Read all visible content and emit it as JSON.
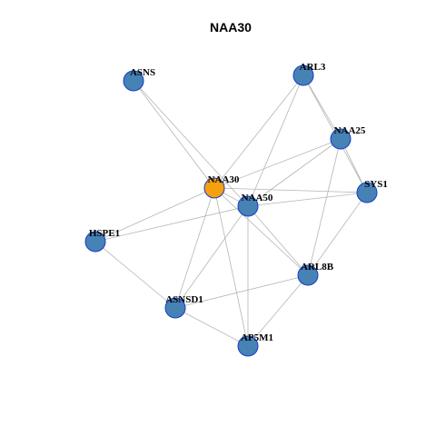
{
  "title": "NAA30",
  "colors": {
    "focus_node": "#F5A00F",
    "node": "#4682B4",
    "node_border": "#1A3BC8",
    "edge": "#B5B5B5"
  },
  "nodes": [
    {
      "id": "NAA30",
      "label": "NAA30",
      "focus": true
    },
    {
      "id": "ASNS",
      "label": "ASNS"
    },
    {
      "id": "ARL3",
      "label": "ARL3"
    },
    {
      "id": "NAA25",
      "label": "NAA25"
    },
    {
      "id": "SYS1",
      "label": "SYS1"
    },
    {
      "id": "NAA50",
      "label": "NAA50"
    },
    {
      "id": "HSPE1",
      "label": "HSPE1"
    },
    {
      "id": "ARL8B",
      "label": "ARL8B"
    },
    {
      "id": "ASNSD1",
      "label": "ASNSD1"
    },
    {
      "id": "AP5M1",
      "label": "AP5M1"
    }
  ],
  "edges": [
    [
      "ASNS",
      "NAA30"
    ],
    [
      "ASNS",
      "NAA50"
    ],
    [
      "ARL3",
      "NAA30"
    ],
    [
      "ARL3",
      "NAA50"
    ],
    [
      "ARL3",
      "NAA25"
    ],
    [
      "ARL3",
      "SYS1"
    ],
    [
      "NAA25",
      "NAA30"
    ],
    [
      "NAA25",
      "NAA50"
    ],
    [
      "NAA25",
      "SYS1"
    ],
    [
      "NAA25",
      "ARL8B"
    ],
    [
      "NAA30",
      "NAA50"
    ],
    [
      "NAA30",
      "SYS1"
    ],
    [
      "NAA30",
      "HSPE1"
    ],
    [
      "NAA30",
      "ASNSD1"
    ],
    [
      "NAA30",
      "AP5M1"
    ],
    [
      "NAA30",
      "ARL8B"
    ],
    [
      "NAA50",
      "SYS1"
    ],
    [
      "NAA50",
      "HSPE1"
    ],
    [
      "NAA50",
      "ASNSD1"
    ],
    [
      "NAA50",
      "AP5M1"
    ],
    [
      "NAA50",
      "ARL8B"
    ],
    [
      "SYS1",
      "ARL8B"
    ],
    [
      "HSPE1",
      "ASNSD1"
    ],
    [
      "ASNSD1",
      "ARL8B"
    ],
    [
      "ASNSD1",
      "AP5M1"
    ],
    [
      "ARL8B",
      "AP5M1"
    ]
  ]
}
